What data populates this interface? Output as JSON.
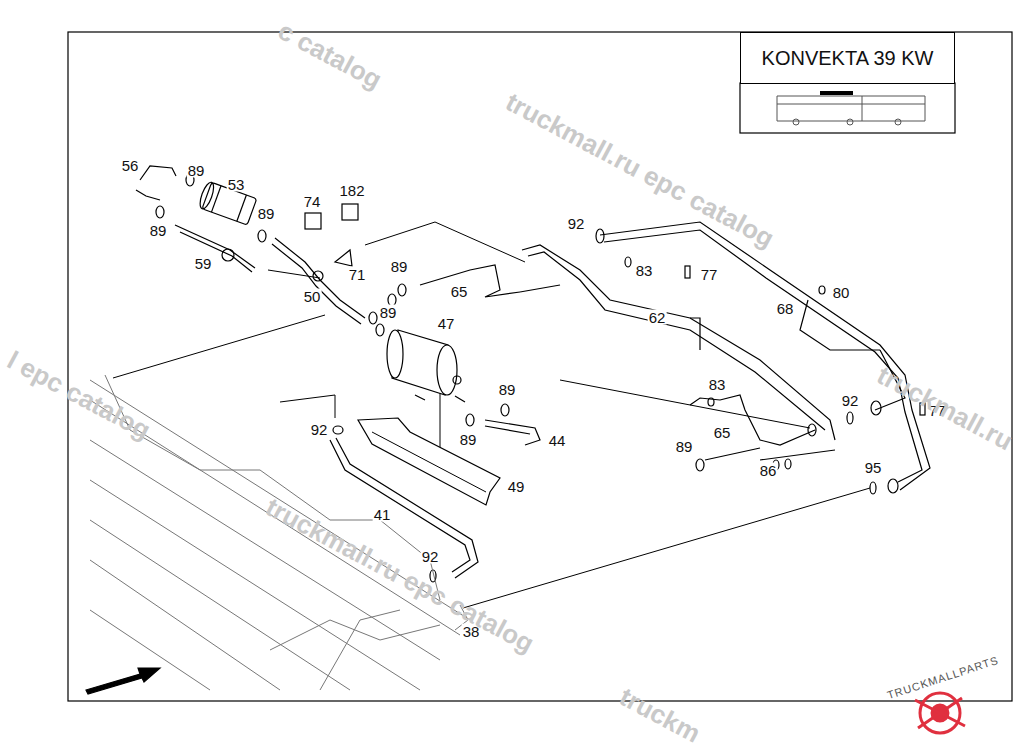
{
  "diagram": {
    "nodes": [
      {
        "text": [
          "KONVEKTA 39 KW"
        ]
      }
    ],
    "labels": [
      "56",
      "89",
      "53",
      "89",
      "182",
      "74",
      "89",
      "59",
      "71",
      "89",
      "50",
      "65",
      "89",
      "47",
      "92",
      "83",
      "77",
      "80",
      "68",
      "62",
      "83",
      "89",
      "92",
      "77",
      "89",
      "44",
      "92",
      "65",
      "89",
      "86",
      "95",
      "49",
      "41",
      "92",
      "38",
      "c catalog",
      "truckmall.ru epc catalog",
      "l epc catalog",
      "truckmall.ru",
      "truckmall.ru epc catalog",
      "truckm",
      "TRUCKMALLPARTS"
    ]
  }
}
